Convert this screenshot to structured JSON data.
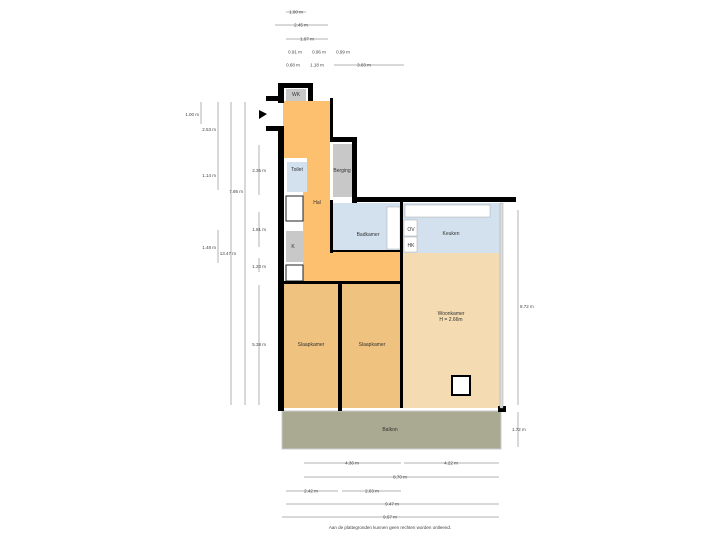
{
  "rooms": {
    "wk": "WK",
    "toilet": "Toilet",
    "berging": "Berging",
    "hal": "Hal",
    "k": "K",
    "badkamer": "Badkamer",
    "ov": "OV",
    "hk": "HK",
    "keuken": "Keuken",
    "woonkamer": "Woonkamer",
    "woonkamer_height": "H = 2.66m",
    "slaapkamer1": "Slaapkamer",
    "slaapkamer2": "Slaapkamer",
    "balkon": "Balkon"
  },
  "dimensions": {
    "top": [
      "1.00 m",
      "2.45 m",
      "1.97 m",
      "0.91 m",
      "0.96 m",
      "0.99 m",
      "0.68 m",
      "1.18 m",
      "3.03 m"
    ],
    "left": [
      "1.00 m",
      "2.53 m",
      "1.14 m",
      "1.48 m",
      "7.86 m",
      "13.47 m",
      "2.36 m",
      "1.81 m",
      "1.20 m",
      "5.38 m"
    ],
    "right": [
      "8.72 m",
      "1.72 m"
    ],
    "bottom": [
      "4.36 m",
      "4.22 m",
      "8.70 m",
      "2.42 m",
      "2.63 m",
      "9.47 m",
      "9.67 m"
    ]
  },
  "disclaimer": "Aan de plattegronden kunnen geen rechten worden ontleend.",
  "colors": {
    "hal": "#fdc06f",
    "slaapkamer": "#efc27f",
    "woonkamer": "#f4dbb1",
    "wet_rooms": "#d3e1ee",
    "storage": "#c8c8c8",
    "balkon": "#a9aa91"
  }
}
